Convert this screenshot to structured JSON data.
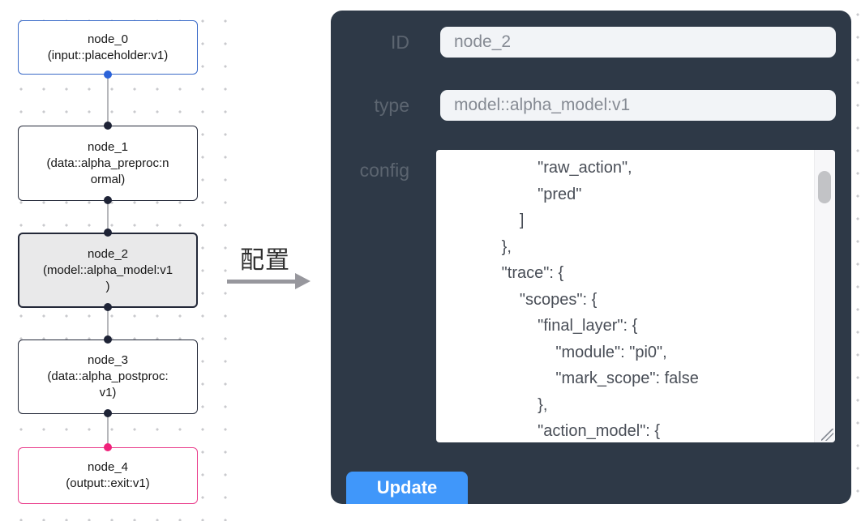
{
  "flow": {
    "nodes": [
      {
        "title": "node_0",
        "subtitle": "(input::placeholder:v1)"
      },
      {
        "title": "node_1",
        "subtitle": "(data::alpha_preproc:n\normal)"
      },
      {
        "title": "node_2",
        "subtitle": "(model::alpha_model:v1\n)"
      },
      {
        "title": "node_3",
        "subtitle": "(data::alpha_postproc:\nv1)"
      },
      {
        "title": "node_4",
        "subtitle": "(output::exit:v1)"
      }
    ]
  },
  "annotation": {
    "label": "配置"
  },
  "panel": {
    "id_label": "ID",
    "id_value": "node_2",
    "type_label": "type",
    "type_value": "model::alpha_model:v1",
    "config_label": "config",
    "config_text": "                    \"raw_action\",\n                    \"pred\"\n                ]\n            },\n            \"trace\": {\n                \"scopes\": {\n                    \"final_layer\": {\n                        \"module\": \"pi0\",\n                        \"mark_scope\": false\n                    },\n                    \"action_model\": {",
    "update_label": "Update"
  },
  "colors": {
    "panel_bg": "#2e3947",
    "button_blue": "#4097fa",
    "input_node_border": "#3a6ac8",
    "output_node_border": "#ea3f8d",
    "default_node_border": "#232838",
    "selected_node_bg": "#e9e9ea",
    "input_port_dot": "#2b63d9",
    "output_port_dot": "#f0217a"
  }
}
